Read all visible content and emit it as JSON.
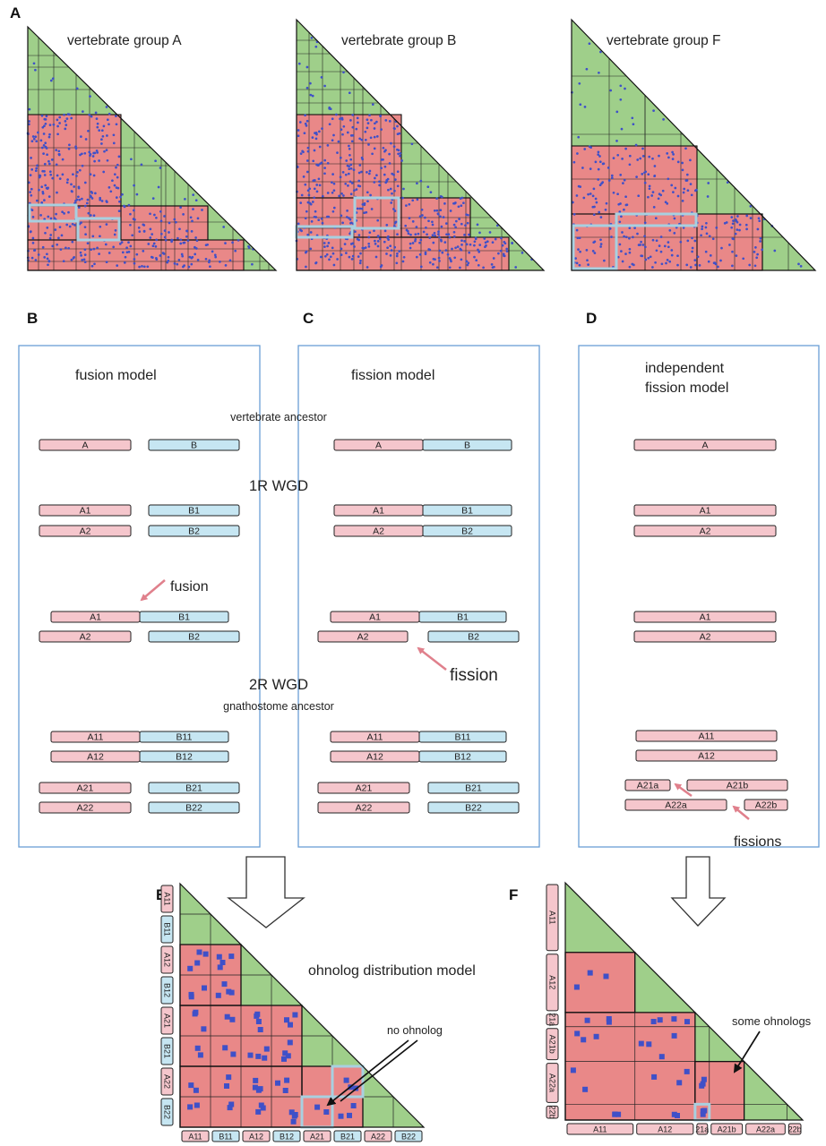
{
  "panel_labels": {
    "A": "A",
    "B": "B",
    "C": "C",
    "D": "D",
    "E": "E",
    "F": "F"
  },
  "dotplot_titles": [
    "vertebrate group A",
    "vertebrate group B",
    "vertebrate group F"
  ],
  "models": {
    "fusion": "fusion model",
    "fission": "fission model",
    "independent_1": "independent",
    "independent_2": "fission model"
  },
  "stages": {
    "ancestor": "vertebrate ancestor",
    "wgd1": "1R WGD",
    "wgd2": "2R WGD",
    "gnathostome": "gnathostome ancestor"
  },
  "annotations": {
    "fusion": "fusion",
    "fission": "fission",
    "fissions": "fissions",
    "ohnolog_model": "ohnolog distribution model",
    "no_ohnolog": "no ohnolog",
    "some_ohnologs": "some ohnologs"
  },
  "fusion_bars": {
    "r1": [
      "A",
      "B"
    ],
    "r2": [
      "A1",
      "B1"
    ],
    "r3": [
      "A2",
      "B2"
    ],
    "r4": [
      "A1",
      "B1"
    ],
    "r5": [
      "A2",
      "B2"
    ],
    "r6": [
      "A11",
      "B11"
    ],
    "r7": [
      "A12",
      "B12"
    ],
    "r8": [
      "A21",
      "B21"
    ],
    "r9": [
      "A22",
      "B22"
    ]
  },
  "fission_bars": {
    "r1": [
      "A",
      "B"
    ],
    "r2": [
      "A1",
      "B1"
    ],
    "r3": [
      "A2",
      "B2"
    ],
    "r4": [
      "A1",
      "B1"
    ],
    "r5": [
      "A2",
      "B2"
    ],
    "r6": [
      "A11",
      "B11"
    ],
    "r7": [
      "A12",
      "B12"
    ],
    "r8": [
      "A21",
      "B21"
    ],
    "r9": [
      "A22",
      "B22"
    ]
  },
  "independent_bars": {
    "r1": "A",
    "r2": "A1",
    "r3": "A2",
    "r4": "A1",
    "r5": "A2",
    "r6": "A11",
    "r7": "A12",
    "r8": [
      "A21a",
      "A21b"
    ],
    "r9": [
      "A22a",
      "A22b"
    ]
  },
  "e_left_labels": [
    "A11",
    "B11",
    "A12",
    "B12",
    "A21",
    "B21",
    "A22",
    "B22"
  ],
  "e_bottom_labels": [
    "A11",
    "B11",
    "A12",
    "B12",
    "A21",
    "B21",
    "A22",
    "B22"
  ],
  "f_left_labels": [
    "A11",
    "A12",
    "21a",
    "A21b",
    "A22a",
    "22b"
  ],
  "f_bottom_labels": [
    "A11",
    "A12",
    "21a",
    "A21b",
    "A22a",
    "22b"
  ],
  "colors": {
    "green": "#9fcf8a",
    "red": "#e98888",
    "blue_dot": "#3f50c8",
    "pink_bar": "#f5c6cc",
    "blue_bar": "#c6e6f2",
    "highlight": "#a8d0e0",
    "frame": "#6a9fd6",
    "arrow": "#e0808c"
  }
}
